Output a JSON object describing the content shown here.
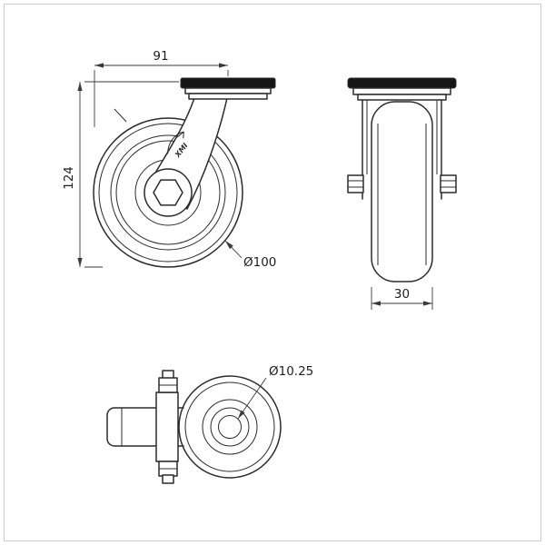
{
  "colors": {
    "line": "#2b2b2b",
    "dimension": "#3a3a3a",
    "plate_fill": "#161616",
    "background": "#ffffff",
    "frame": "#cccccc"
  },
  "views": {
    "front": {
      "dim_width": "91",
      "dim_height": "124",
      "dim_wheel_diameter": "Ø100",
      "logo": "XMI"
    },
    "side": {
      "dim_tread_width": "30"
    },
    "bottom": {
      "dim_bolt_hole": "Ø10.25"
    }
  }
}
